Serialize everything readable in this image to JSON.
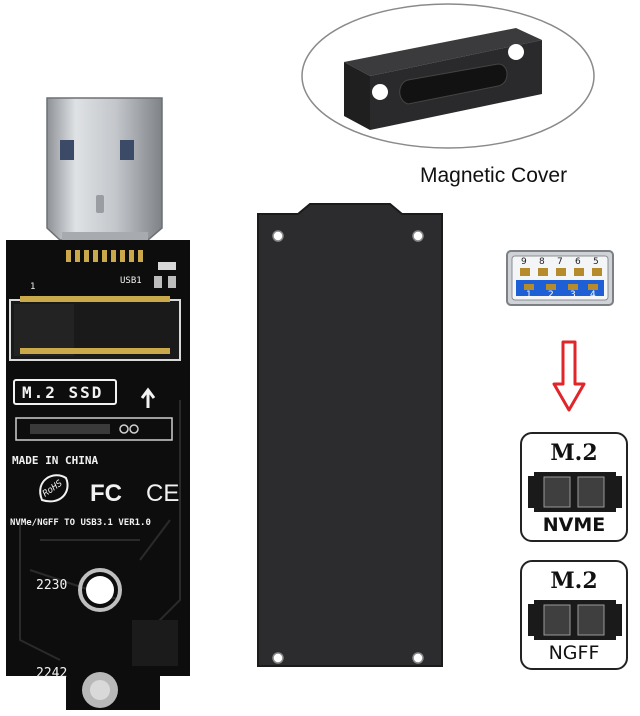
{
  "caption": "Magnetic Cover",
  "pcb": {
    "usb_label": "USB1",
    "pin_marker": "1",
    "ssd_label": "M.2 SSD",
    "made_in": "MADE IN CHINA",
    "rohs": "RoHS",
    "fc": "FC",
    "ce": "CE",
    "version": "NVMe/NGFF TO USB3.1 VER1.0",
    "size_2230": "2230",
    "size_2242": "2242"
  },
  "usb_pins": {
    "top": [
      "9",
      "8",
      "7",
      "6",
      "5"
    ],
    "bottom": [
      "1",
      "2",
      "3",
      "4"
    ]
  },
  "nvme_box": {
    "title": "M.2",
    "label": "NVME"
  },
  "ngff_box": {
    "title": "M.2",
    "label": "NGFF"
  },
  "colors": {
    "pcb": "#0d0d0d",
    "usb_metal": "#c9ccd0",
    "usb_blue": "#1f5fd6",
    "arrow_red": "#e0262a",
    "case": "#2c2c2e"
  }
}
